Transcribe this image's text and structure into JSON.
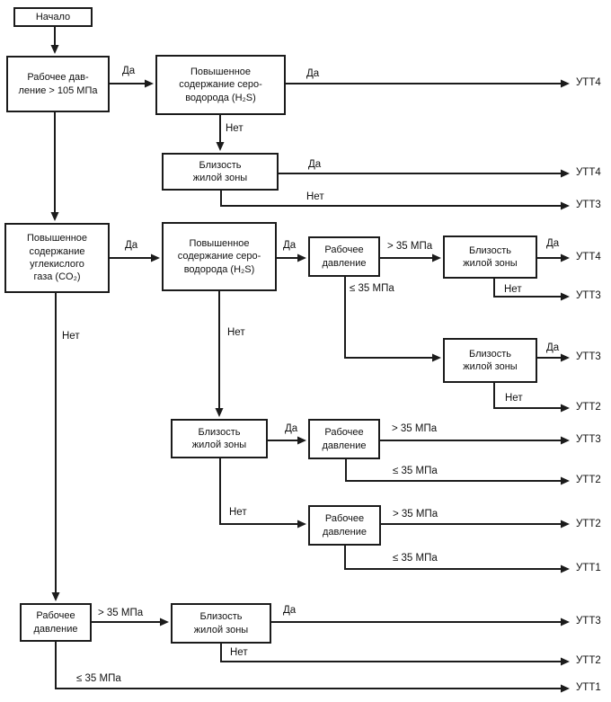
{
  "diagram": {
    "nodes": {
      "start": {
        "label": "Начало"
      },
      "pressure_105": {
        "label": "Рабочее дав-\nление > 105 МПа"
      },
      "h2s_top": {
        "label": "Повышенное\nсодержание серо-\nводорода (H₂S)"
      },
      "proximity_top": {
        "label": "Близость\nжилой зоны"
      },
      "co2": {
        "label": "Повышенное\nсодержание\nуглекислого\nгаза (CO₂)"
      },
      "h2s_mid": {
        "label": "Повышенное\nсодержание серо-\nводорода (H₂S)"
      },
      "pressure_row2": {
        "label": "Рабочее\nдавление"
      },
      "proximity_row2_upper": {
        "label": "Близость\nжилой зоны"
      },
      "proximity_row2_lower": {
        "label": "Близость\nжилой зоны"
      },
      "proximity_center": {
        "label": "Близость\nжилой зоны"
      },
      "pressure_center_upper": {
        "label": "Рабочее\nдавление"
      },
      "pressure_center_lower": {
        "label": "Рабочее\nдавление"
      },
      "pressure_bottom": {
        "label": "Рабочее\nдавление"
      },
      "proximity_bottom": {
        "label": "Близость\nжилой зоны"
      }
    },
    "edge_labels": {
      "yes": "Да",
      "no": "Нет",
      "gt_35": "> 35 МПа",
      "le_35": "≤ 35 МПа"
    },
    "terminals": {
      "utt1": "УТТ1",
      "utt2": "УТТ2",
      "utt3": "УТТ3",
      "utt4": "УТТ4"
    }
  }
}
